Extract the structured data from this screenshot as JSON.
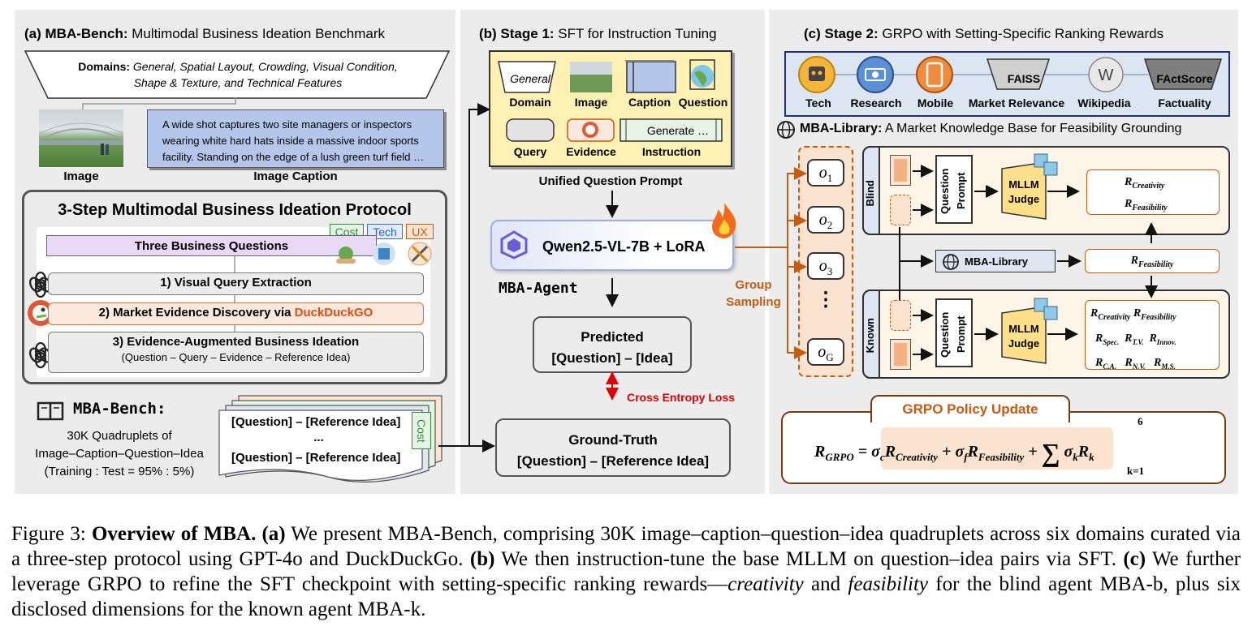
{
  "panel_a": {
    "title_bold": "(a) MBA-Bench:",
    "title_rest": " Multimodal Business Ideation Benchmark",
    "domains_label": "Domains:",
    "domains_line1": "General, Spatial Layout, Crowding, Visual Condition,",
    "domains_line2": "Shape & Texture, and Technical Features",
    "caption_text": "A wide shot captures two site managers or inspectors wearing white hard hats inside a massive indoor sports facility. Standing on the edge of a lush green turf field …",
    "image_label": "Image",
    "caption_label": "Image Caption",
    "protocol_title": "3-Step Multimodal Business Ideation Protocol",
    "tag_cost": "Cost",
    "tag_tech": "Tech",
    "tag_ux": "UX",
    "three_questions": "Three Business Questions",
    "step1": "1) Visual Query Extraction",
    "step2_prefix": "2) Market Evidence Discovery via ",
    "step2_brand": "DuckDuckGO",
    "step3": "3) Evidence-Augmented Business Ideation",
    "step3_sub": "(Question – Query – Evidence – Reference Idea)",
    "bench_name": "MBA-Bench:",
    "bench_line1": "30K Quadruplets of",
    "bench_line2": "Image–Caption–Question–Idea",
    "bench_line3": "(Training : Test = 95% : 5%)",
    "doc_line1": "[Question] – [Reference Idea]",
    "doc_dots": "...",
    "doc_line2": "[Question] – [Reference Idea]",
    "doc_tag": "Cost"
  },
  "panel_b": {
    "title_bold": "(b) Stage 1:",
    "title_rest": " SFT for Instruction Tuning",
    "general": "General",
    "generate": "Generate …",
    "labels": [
      "Domain",
      "Image",
      "Caption",
      "Question",
      "Query",
      "Evidence",
      "Instruction"
    ],
    "prompt_label": "Unified Question Prompt",
    "model": "Qwen2.5-VL-7B + LoRA",
    "agent": "MBA-Agent",
    "predicted_l1": "Predicted",
    "predicted_l2": "[Question] – [Idea]",
    "loss": "Cross Entropy Loss",
    "gt_l1": "Ground-Truth",
    "gt_l2": "[Question] – [Reference Idea]",
    "group_l1": "Group",
    "group_l2": "Sampling"
  },
  "panel_c": {
    "title_bold": "(c) Stage 2:",
    "title_rest": " GRPO with Setting-Specific Ranking Rewards",
    "sources": [
      "Tech",
      "Research",
      "Mobile",
      "Market Relevance",
      "Wikipedia",
      "Factuality"
    ],
    "faiss": "FAISS",
    "factscore": "FActScore",
    "library_bold": "MBA-Library:",
    "library_rest": " A Market Knowledge Base for Feasibility Grounding",
    "blind": "Blind",
    "known": "Known",
    "question_prompt": "Question Prompt",
    "judge_l1": "MLLM",
    "judge_l2": "Judge",
    "library_box": "MBA-Library",
    "samples": [
      "o1",
      "o2",
      "o3",
      "oG"
    ],
    "vdots": "⋮",
    "r_blind": [
      "R_Creativity",
      "R_Feasibility"
    ],
    "r_library": "R_Feasibility",
    "r_known": [
      "R_Creativity",
      "R_Feasibility",
      "R_Spec.",
      "R_T.V.",
      "R_Innov.",
      "R_C.A.",
      "R_N.V.",
      "R_M.S."
    ],
    "policy_title": "GRPO Policy Update",
    "formula_sum_top": "6",
    "formula_sum_bot": "k=1"
  },
  "figure_caption": {
    "label": "Figure 3: ",
    "bold1": "Overview of MBA.",
    "a_tag": "(a)",
    "text1": " We present MBA-Bench, comprising 30K image–caption–question–idea quadruplets across six domains curated via a three-step protocol using GPT-4o and DuckDuckGo. ",
    "b_tag": "(b)",
    "text2": " We then instruction-tune the base MLLM on question–idea pairs via SFT. ",
    "c_tag": "(c)",
    "text3": " We further leverage GRPO to refine the SFT checkpoint with setting-specific ranking rewards—",
    "ital1": "creativity",
    "text4": " and ",
    "ital2": "feasibility",
    "text5": " for the blind agent MBA-b, plus six disclosed dimensions for the known agent MBA-k."
  },
  "colors": {
    "panel_bg": "#ececec",
    "lavender": "#e9d9f7",
    "caption_blue": "#b4c6ea",
    "prompt_yellow": "#fff0b3",
    "orange": "#c55a11",
    "peach": "#fbe3cf",
    "judge_yellow": "#ffe08a",
    "steel": "#dce6f2",
    "red": "#e00000"
  }
}
